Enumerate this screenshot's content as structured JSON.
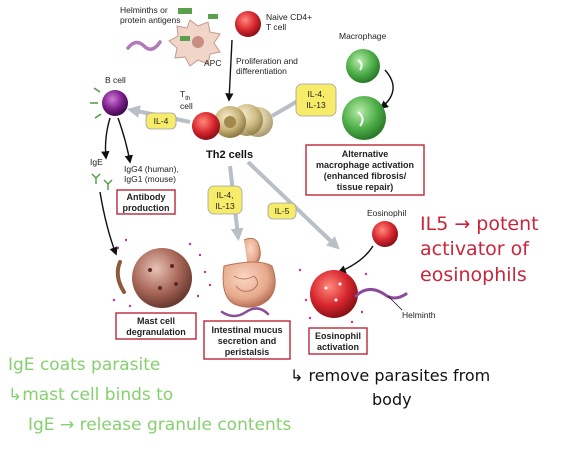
{
  "labels": {
    "helminths": [
      "Helminths or",
      "protein antigens"
    ],
    "apc": "APC",
    "naive": [
      "Naive CD4+",
      "T cell"
    ],
    "prolif": [
      "Proliferation and",
      "differentiation"
    ],
    "macrophage": "Macrophage",
    "bcell": "B cell",
    "th_cell": [
      "T",
      "th",
      "cell"
    ],
    "th2_cells": "Th2 cells",
    "ige": "IgE",
    "igg": [
      "IgG4 (human),",
      "IgG1 (mouse)"
    ],
    "eosinophil": "Eosinophil",
    "helminth": "Helminth"
  },
  "cytokines": {
    "il4_left": "IL-4",
    "il4_il13_right": [
      "IL-4,",
      "IL-13"
    ],
    "il4_il13_center": [
      "IL-4,",
      "IL-13"
    ],
    "il5": "IL-5"
  },
  "outcome_boxes": {
    "alt_macrophage": [
      "Alternative",
      "macrophage activation",
      "(enhanced fibrosis/",
      "tissue repair)"
    ],
    "antibody": [
      "Antibody",
      "production"
    ],
    "mast_cell": [
      "Mast cell",
      "degranulation"
    ],
    "intestinal": [
      "Intestinal mucus",
      "secretion and",
      "peristalsis"
    ],
    "eosinophil_act": [
      "Eosinophil",
      "activation"
    ]
  },
  "annotations": {
    "red": [
      "IL5 → potent",
      "activator of",
      "eosinophils"
    ],
    "green": [
      "IgE coats parasite",
      "↳mast cell binds to",
      "IgE → release granule contents"
    ],
    "black": [
      "↳ remove parasites from",
      "body"
    ]
  },
  "colors": {
    "cytokine_fill": "#f7ec6a",
    "box_border": "#b8283a",
    "annotation_red": "#c8263a",
    "annotation_green": "#86d06f",
    "th2_red": "#d8262f",
    "bcell_purple": "#7b1f8a",
    "macrophage_green": "#4fb04a"
  }
}
